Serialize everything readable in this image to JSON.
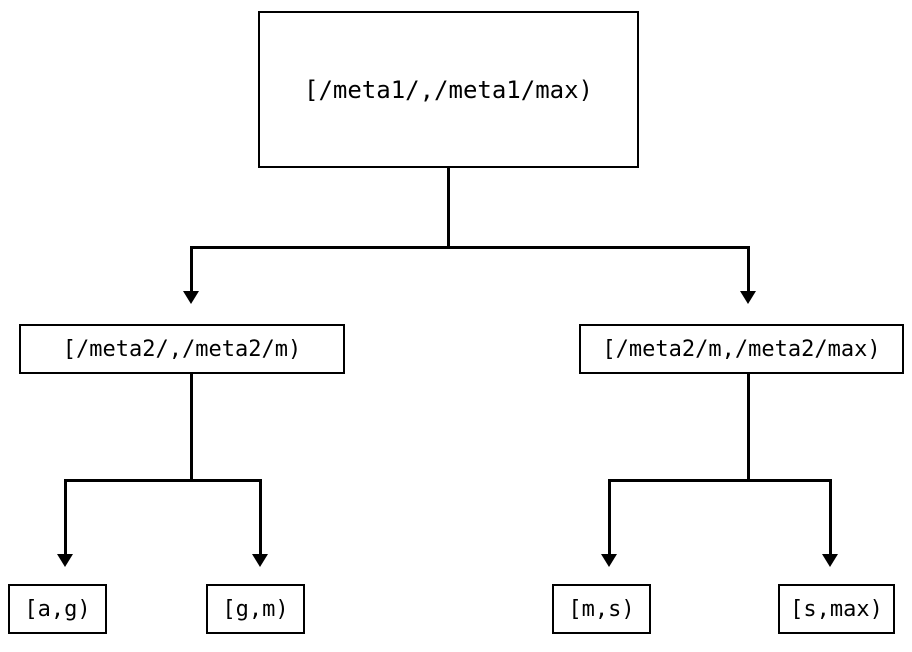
{
  "diagram": {
    "type": "tree",
    "title": "",
    "orientation": "top-down",
    "colors": {
      "background": "#ffffff",
      "box_border": "#000000",
      "box_fill": "#ffffff",
      "edge": "#000000",
      "text": "#000000"
    },
    "levels": [
      {
        "level": 0,
        "nodes": [
          {
            "id": "root",
            "label": "[/meta1/,/meta1/max)"
          }
        ]
      },
      {
        "level": 1,
        "nodes": [
          {
            "id": "mid-left",
            "label": "[/meta2/,/meta2/m)"
          },
          {
            "id": "mid-right",
            "label": "[/meta2/m,/meta2/max)"
          }
        ]
      },
      {
        "level": 2,
        "nodes": [
          {
            "id": "leaf-ag",
            "label": "[a,g)"
          },
          {
            "id": "leaf-gm",
            "label": "[g,m)"
          },
          {
            "id": "leaf-ms",
            "label": "[m,s)"
          },
          {
            "id": "leaf-smax",
            "label": "[s,max)"
          }
        ]
      }
    ],
    "edges": [
      {
        "from": "root",
        "to": "mid-left",
        "arrow": "triangle-down"
      },
      {
        "from": "root",
        "to": "mid-right",
        "arrow": "triangle-down"
      },
      {
        "from": "mid-left",
        "to": "leaf-ag",
        "arrow": "triangle-down"
      },
      {
        "from": "mid-left",
        "to": "leaf-gm",
        "arrow": "triangle-down"
      },
      {
        "from": "mid-right",
        "to": "leaf-ms",
        "arrow": "triangle-down"
      },
      {
        "from": "mid-right",
        "to": "leaf-smax",
        "arrow": "triangle-down"
      }
    ]
  }
}
